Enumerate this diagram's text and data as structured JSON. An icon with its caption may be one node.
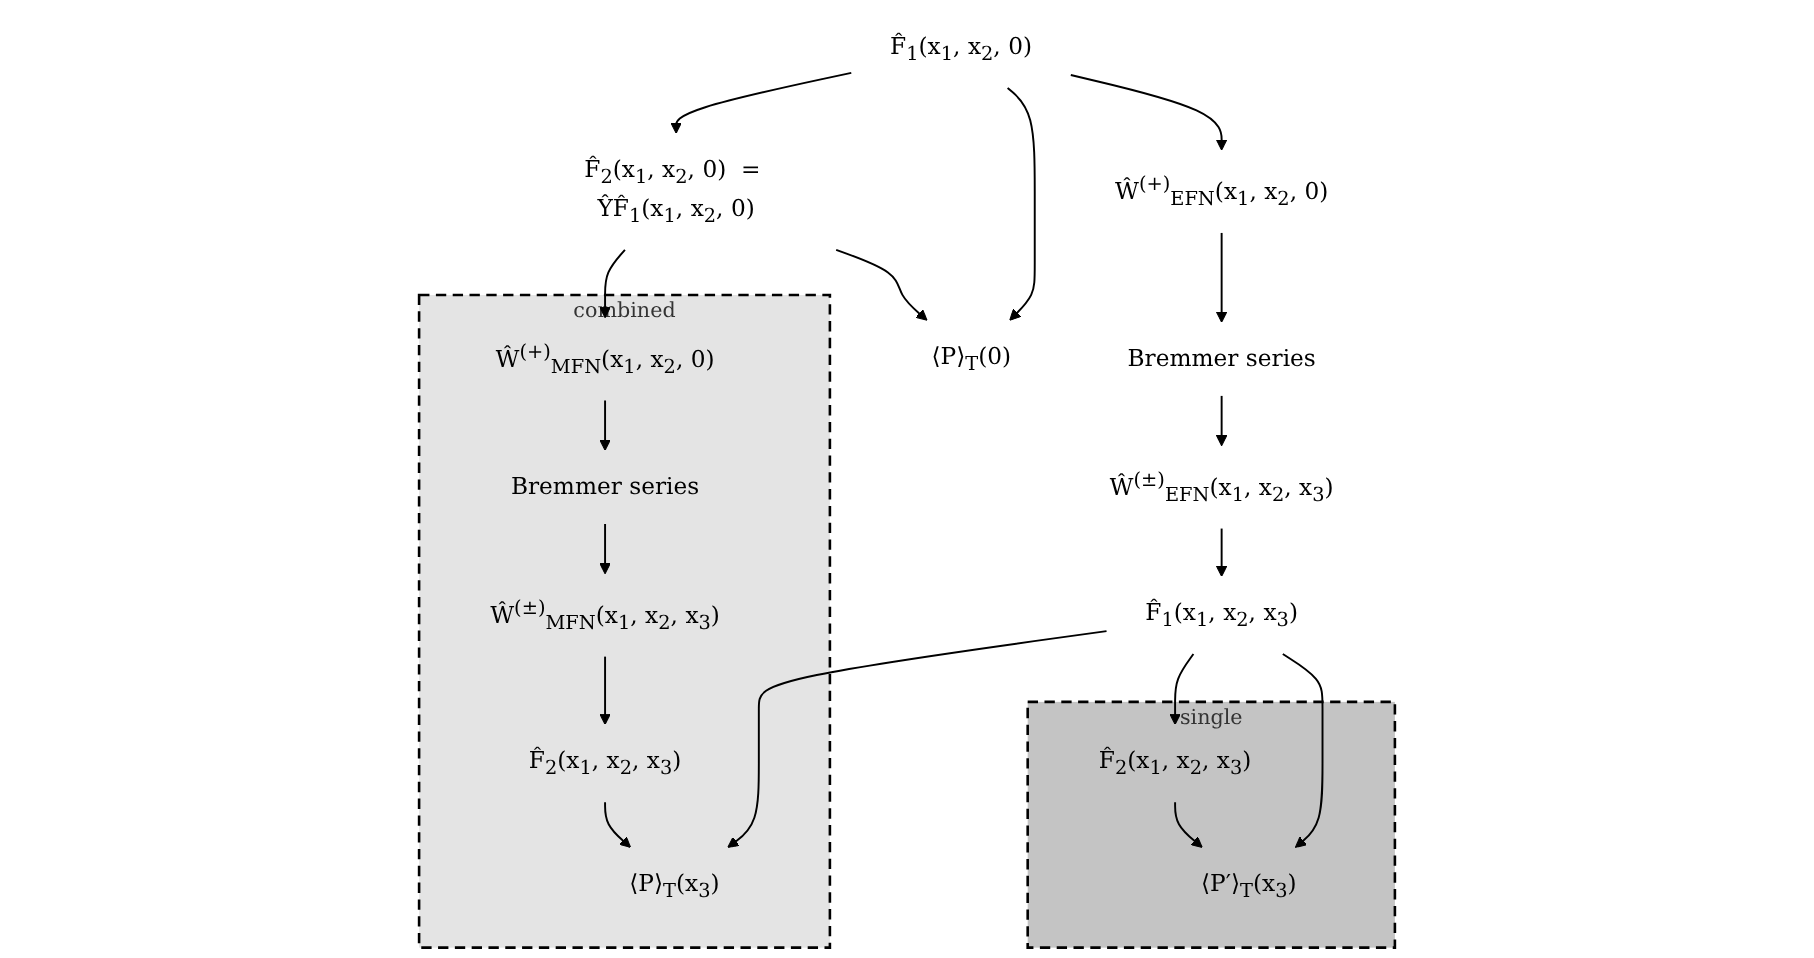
{
  "diagram": {
    "nodes": [
      {
        "text": [
          "F̂$_{1}$(x$_{1}$, x$_{2}$, 0)"
        ]
      },
      {
        "text": [
          "F̂$_{2}$(x$_{1}$, x$_{2}$, 0)"
        ],
        "beside": [
          "= ŶF̂$_{1}$(x$_{1}$, x$_{2}$, 0)"
        ]
      },
      {
        "text": [
          "Ŵ$^{(+)}$$_{EFN}$(x$_{1}$, x$_{2}$, 0)"
        ]
      },
      {
        "text": [
          "⟨P⟩$_{T}$(0)"
        ]
      },
      {
        "text": [
          "combined"
        ]
      },
      {
        "text": [
          "Ŵ$^{(+)}$$_{MFN}$(x$_{1}$, x$_{2}$, 0)"
        ],
        "in": 4
      },
      {
        "text": [
          "Bremmer series"
        ]
      },
      {
        "text": [
          "Bremmer series"
        ],
        "in": 4
      },
      {
        "text": [
          "Ŵ$^{(±)}$$_{EFN}$(x$_{1}$, x$_{2}$, x$_{3}$)"
        ]
      },
      {
        "text": [
          "Ŵ$^{(±)}$$_{MFN}$(x$_{1}$, x$_{2}$, x$_{3}$)"
        ],
        "in": 4
      },
      {
        "text": [
          "F̂$_{1}$(x$_{1}$, x$_{2}$, x$_{3}$)"
        ]
      },
      {
        "text": [
          "F̂$_{2}$(x$_{1}$, x$_{2}$, x$_{3}$)"
        ],
        "in": 4
      },
      {
        "text": [
          "single"
        ]
      },
      {
        "text": [
          "⟨P′⟩$_{T}$(x$_{3}$)"
        ],
        "in": 12
      },
      {
        "text": [
          "F̂$_{2}$(x$_{1}$, x$_{2}$, x$_{3}$)"
        ],
        "in": 12
      },
      {
        "text": [
          "⟨P⟩$_{T}$(x$_{3}$)"
        ],
        "in": 4
      }
    ],
    "edges": [
      {
        "from": 0,
        "to": 1,
        "arrow": "to"
      },
      {
        "from": 0,
        "to": 2,
        "arrow": "to"
      },
      {
        "from": 0,
        "to": 3,
        "arrow": "to"
      },
      {
        "from": 1,
        "to": 3,
        "arrow": "to"
      },
      {
        "from": 1,
        "to": 5,
        "arrow": "to"
      },
      {
        "from": 2,
        "to": 6,
        "arrow": "to"
      },
      {
        "from": 6,
        "to": 8,
        "arrow": "to"
      },
      {
        "from": 8,
        "to": 10,
        "arrow": "to"
      },
      {
        "from": 5,
        "to": 7,
        "arrow": "to"
      },
      {
        "from": 7,
        "to": 9,
        "arrow": "to"
      },
      {
        "from": 9,
        "to": 11,
        "arrow": "to"
      },
      {
        "from": 10,
        "to": 13,
        "arrow": "to"
      },
      {
        "from": 10,
        "to": 14,
        "arrow": "to"
      },
      {
        "from": 14,
        "to": 13,
        "arrow": "to"
      },
      {
        "from": 10,
        "to": 15,
        "arrow": "to"
      },
      {
        "from": 11,
        "to": 15,
        "arrow": "to"
      }
    ]
  }
}
